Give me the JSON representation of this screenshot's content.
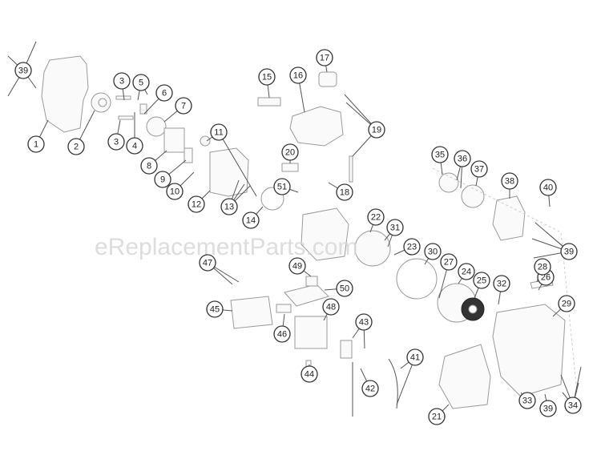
{
  "watermark": "eReplacementParts.com",
  "callouts": [
    "39",
    "1",
    "2",
    "3",
    "5",
    "6",
    "7",
    "3",
    "4",
    "8",
    "9",
    "10",
    "11",
    "12",
    "13",
    "14",
    "15",
    "16",
    "17",
    "19",
    "20",
    "51",
    "18",
    "22",
    "31",
    "23",
    "30",
    "27",
    "24",
    "25",
    "32",
    "26",
    "28",
    "29",
    "35",
    "36",
    "37",
    "38",
    "40",
    "39",
    "47",
    "49",
    "50",
    "45",
    "48",
    "46",
    "43",
    "44",
    "42",
    "41",
    "21",
    "33",
    "39",
    "34"
  ]
}
